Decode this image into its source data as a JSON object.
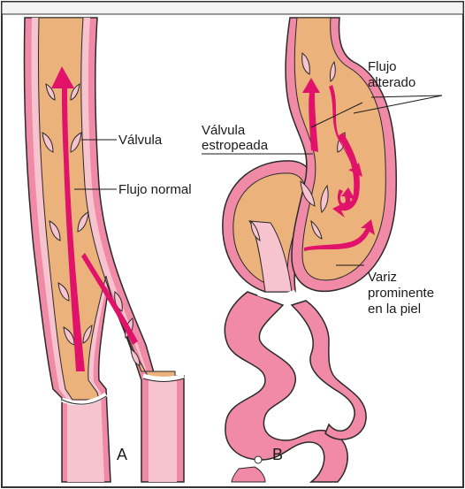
{
  "panels": {
    "a": {
      "letter": "A"
    },
    "b": {
      "letter": "B"
    }
  },
  "labels": {
    "valvula": "Válvula",
    "flujo_normal": "Flujo normal",
    "valvula_estropeada_line1": "Válvula",
    "valvula_estropeada_line2": "estropeada",
    "flujo_alterado_line1": "Flujo",
    "flujo_alterado_line2": "alterado",
    "variz_line1": "Variz",
    "variz_line2": "prominente",
    "variz_line3": "en la piel"
  },
  "colors": {
    "vein_wall": "#f08aa6",
    "vein_wall_light": "#f6c3cf",
    "vein_interior": "#ecb27b",
    "blood_flow": "#e0126a",
    "outline": "#2a2a2a"
  }
}
